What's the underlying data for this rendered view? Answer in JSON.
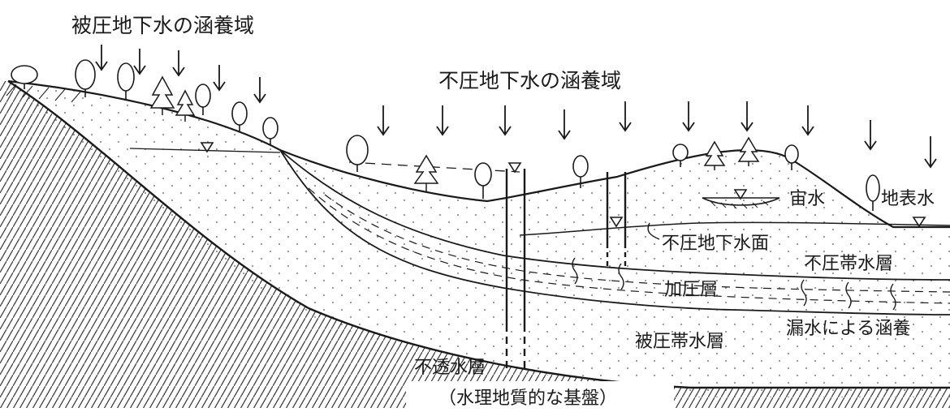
{
  "diagram": {
    "labels": {
      "confined_recharge": "被圧地下水の涵養域",
      "unconfined_recharge": "不圧地下水の涵養域",
      "perched_water": "宙水",
      "surface_water": "地表水",
      "water_table": "不圧地下水面",
      "unconfined_aquifer": "不圧帯水層",
      "confining_layer": "加圧層",
      "leakage_recharge": "漏水による涵養",
      "confined_aquifer": "被圧帯水層",
      "impermeable_layer": "不透水層",
      "basement": "（水理地質的な基盤）"
    },
    "icons": {
      "recharge_arrow": "down-arrow-icon",
      "water_level": "water-level-triangle-icon",
      "tree": "tree-icon",
      "conifer": "conifer-tree-icon"
    }
  }
}
